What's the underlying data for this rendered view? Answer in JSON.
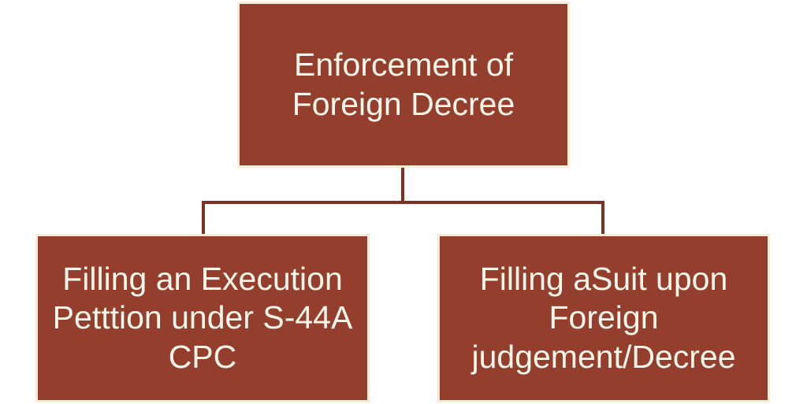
{
  "root": {
    "label": "Enforcement of Foreign Decree"
  },
  "children": [
    {
      "label": "Filling an Execution Petttion under S-44A CPC"
    },
    {
      "label": "Filling aSuit upon Foreign judgement/Decree"
    }
  ],
  "colors": {
    "box": "#943f2e",
    "border": "#f6ecd9",
    "connector": "#7f3124",
    "text": "#fbf5ea"
  }
}
